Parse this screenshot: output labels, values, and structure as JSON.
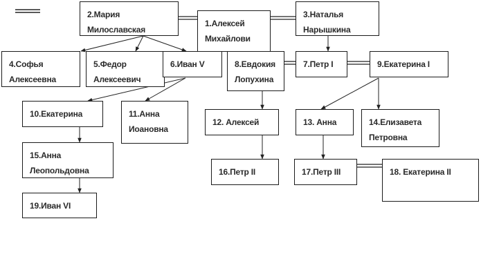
{
  "persons": [
    {
      "id": "maria",
      "text": "2.Мария\nМилославская"
    },
    {
      "id": "alexey-m",
      "text": "1.Алексей\nМихайлови"
    },
    {
      "id": "natalya",
      "text": "3.Наталья\nНарышкина"
    },
    {
      "id": "sofya",
      "text": "4.Софья\nАлексеевна"
    },
    {
      "id": "fedor",
      "text": "5.Федор\nАлексеевич"
    },
    {
      "id": "ivan-v",
      "text": "6.Иван V"
    },
    {
      "id": "evdokia",
      "text": "8.Евдокия\nЛопухина"
    },
    {
      "id": "petr-i",
      "text": "7.Петр I"
    },
    {
      "id": "ekaterina-i",
      "text": "9.Екатерина I"
    },
    {
      "id": "ekaterina-10",
      "text": "10.Екатерина"
    },
    {
      "id": "anna-ioanovna",
      "text": "11.Анна\nИоановна"
    },
    {
      "id": "alexey-12",
      "text": "12. Алексей"
    },
    {
      "id": "anna-13",
      "text": "13. Анна"
    },
    {
      "id": "elizaveta",
      "text": "14.Елизавета\nПетровна"
    },
    {
      "id": "anna-leopoldovna",
      "text": "15.Анна\nЛеопольдовна"
    },
    {
      "id": "petr-ii",
      "text": "16.Петр II"
    },
    {
      "id": "petr-iii",
      "text": "17.Петр III"
    },
    {
      "id": "ekaterina-ii",
      "text": "18. Екатерина II"
    },
    {
      "id": "ivan-vi",
      "text": "19.Иван VI"
    }
  ],
  "marriages": [
    [
      "alexey-m",
      "maria"
    ],
    [
      "alexey-m",
      "natalya"
    ],
    [
      "evdokia",
      "petr-i"
    ],
    [
      "petr-i",
      "ekaterina-i"
    ],
    [
      "petr-iii",
      "ekaterina-ii"
    ]
  ],
  "descent": [
    [
      "maria",
      "sofya"
    ],
    [
      "maria",
      "fedor"
    ],
    [
      "maria",
      "ivan-v"
    ],
    [
      "natalya",
      "petr-i"
    ],
    [
      "ivan-v",
      "ekaterina-10"
    ],
    [
      "ivan-v",
      "anna-ioanovna"
    ],
    [
      "evdokia",
      "alexey-12"
    ],
    [
      "ekaterina-i",
      "anna-13"
    ],
    [
      "ekaterina-i",
      "elizaveta"
    ],
    [
      "ekaterina-10",
      "anna-leopoldovna"
    ],
    [
      "alexey-12",
      "petr-ii"
    ],
    [
      "anna-13",
      "petr-iii"
    ],
    [
      "anna-leopoldovna",
      "ivan-vi"
    ]
  ]
}
